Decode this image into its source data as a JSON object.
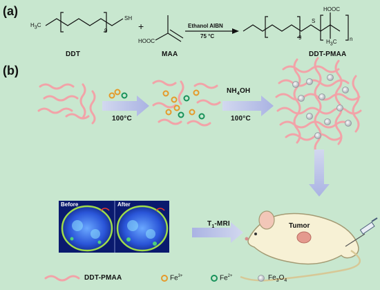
{
  "panel_a": {
    "label": "(a)",
    "ddt_ch3": "H",
    "ddt_ch3_sub": "3",
    "ddt_ch3_c": "C",
    "ddt_subscript": "9",
    "ddt_sh": "SH",
    "plus": "+",
    "maa_hooc": "HOOC",
    "reaction_top": "Ethanol AIBN",
    "reaction_bottom": "75 °C",
    "product_hooc": "HOOC",
    "product_s": "S",
    "product_9": "9",
    "product_h3c": "H",
    "product_h3c_sub": "3",
    "product_h3c_c": "C",
    "product_n": "n",
    "name_ddt": "DDT",
    "name_maa": "MAA",
    "name_product": "DDT-PMAA"
  },
  "panel_b": {
    "label": "(b)",
    "step1": "100°C",
    "step2_reagent": "NH",
    "step2_sub": "4",
    "step2_oh": "OH",
    "step2_temp": "100°C",
    "before_label": "Before",
    "after_label": "After",
    "mri_t": "T",
    "mri_sub": "1",
    "mri_rest": "-MRI",
    "tumor_label": "Tumor"
  },
  "legend": {
    "polymer": "DDT-PMAA",
    "fe3_base": "Fe",
    "fe3_sup": "3+",
    "fe2_base": "Fe",
    "fe2_sup": "2+",
    "fe3o4_base": "Fe",
    "fe3o4_sub1": "3",
    "fe3o4_mid": "O",
    "fe3o4_sub2": "4"
  },
  "colors": {
    "background": "#c8e7cf",
    "polymer": "#f2a3a8",
    "fe3": "#e59a2a",
    "fe2": "#18925a",
    "fe3o4": "#b9bec4",
    "arrow": "#b9bfe6",
    "mouse": "#f7f1d5"
  }
}
